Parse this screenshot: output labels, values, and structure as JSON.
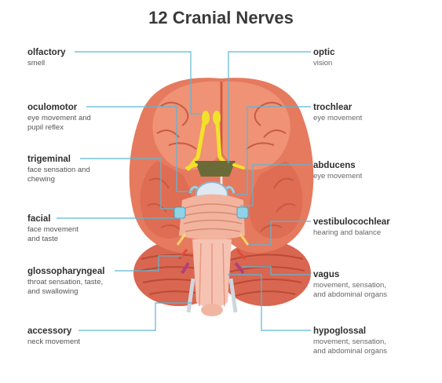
{
  "title": "12 Cranial Nerves",
  "nerves": [
    {
      "id": "olfactory",
      "name": "olfactory",
      "desc": [
        "smell"
      ]
    },
    {
      "id": "optic",
      "name": "optic",
      "desc": [
        "vision"
      ]
    },
    {
      "id": "oculomotor",
      "name": "oculomotor",
      "desc": [
        "eye movement and",
        "pupil reflex"
      ]
    },
    {
      "id": "trochlear",
      "name": "trochlear",
      "desc": [
        "eye movement"
      ]
    },
    {
      "id": "trigeminal",
      "name": "trigeminal",
      "desc": [
        "face sensation and",
        "chewing"
      ]
    },
    {
      "id": "abducens",
      "name": "abducens",
      "desc": [
        "eye movement"
      ]
    },
    {
      "id": "facial",
      "name": "facial",
      "desc": [
        "face movement",
        "and taste"
      ]
    },
    {
      "id": "vestibulocochlear",
      "name": "vestibulocochlear",
      "desc": [
        "hearing and balance"
      ]
    },
    {
      "id": "glossopharyngeal",
      "name": "glossopharyngeal",
      "desc": [
        "throat sensation, taste,",
        "and swallowing"
      ]
    },
    {
      "id": "vagus",
      "name": "vagus",
      "desc": [
        "movement, sensation,",
        "and abdominal organs"
      ]
    },
    {
      "id": "accessory",
      "name": "accessory",
      "desc": [
        "neck movement"
      ]
    },
    {
      "id": "hypoglossal",
      "name": "hypoglossal",
      "desc": [
        "movement, sensation,",
        "and abdominal organs"
      ]
    }
  ],
  "colors": {
    "line": "#5bb8d6",
    "brain_base": "#e0735a",
    "brain_light": "#ee9478",
    "brain_dark": "#c85a43",
    "olfactory_optic": "#f2e12a",
    "chiasm": "#6b6b3a",
    "nerve_blue": "#8fd3e8",
    "brainstem": "#f6c3b3"
  }
}
